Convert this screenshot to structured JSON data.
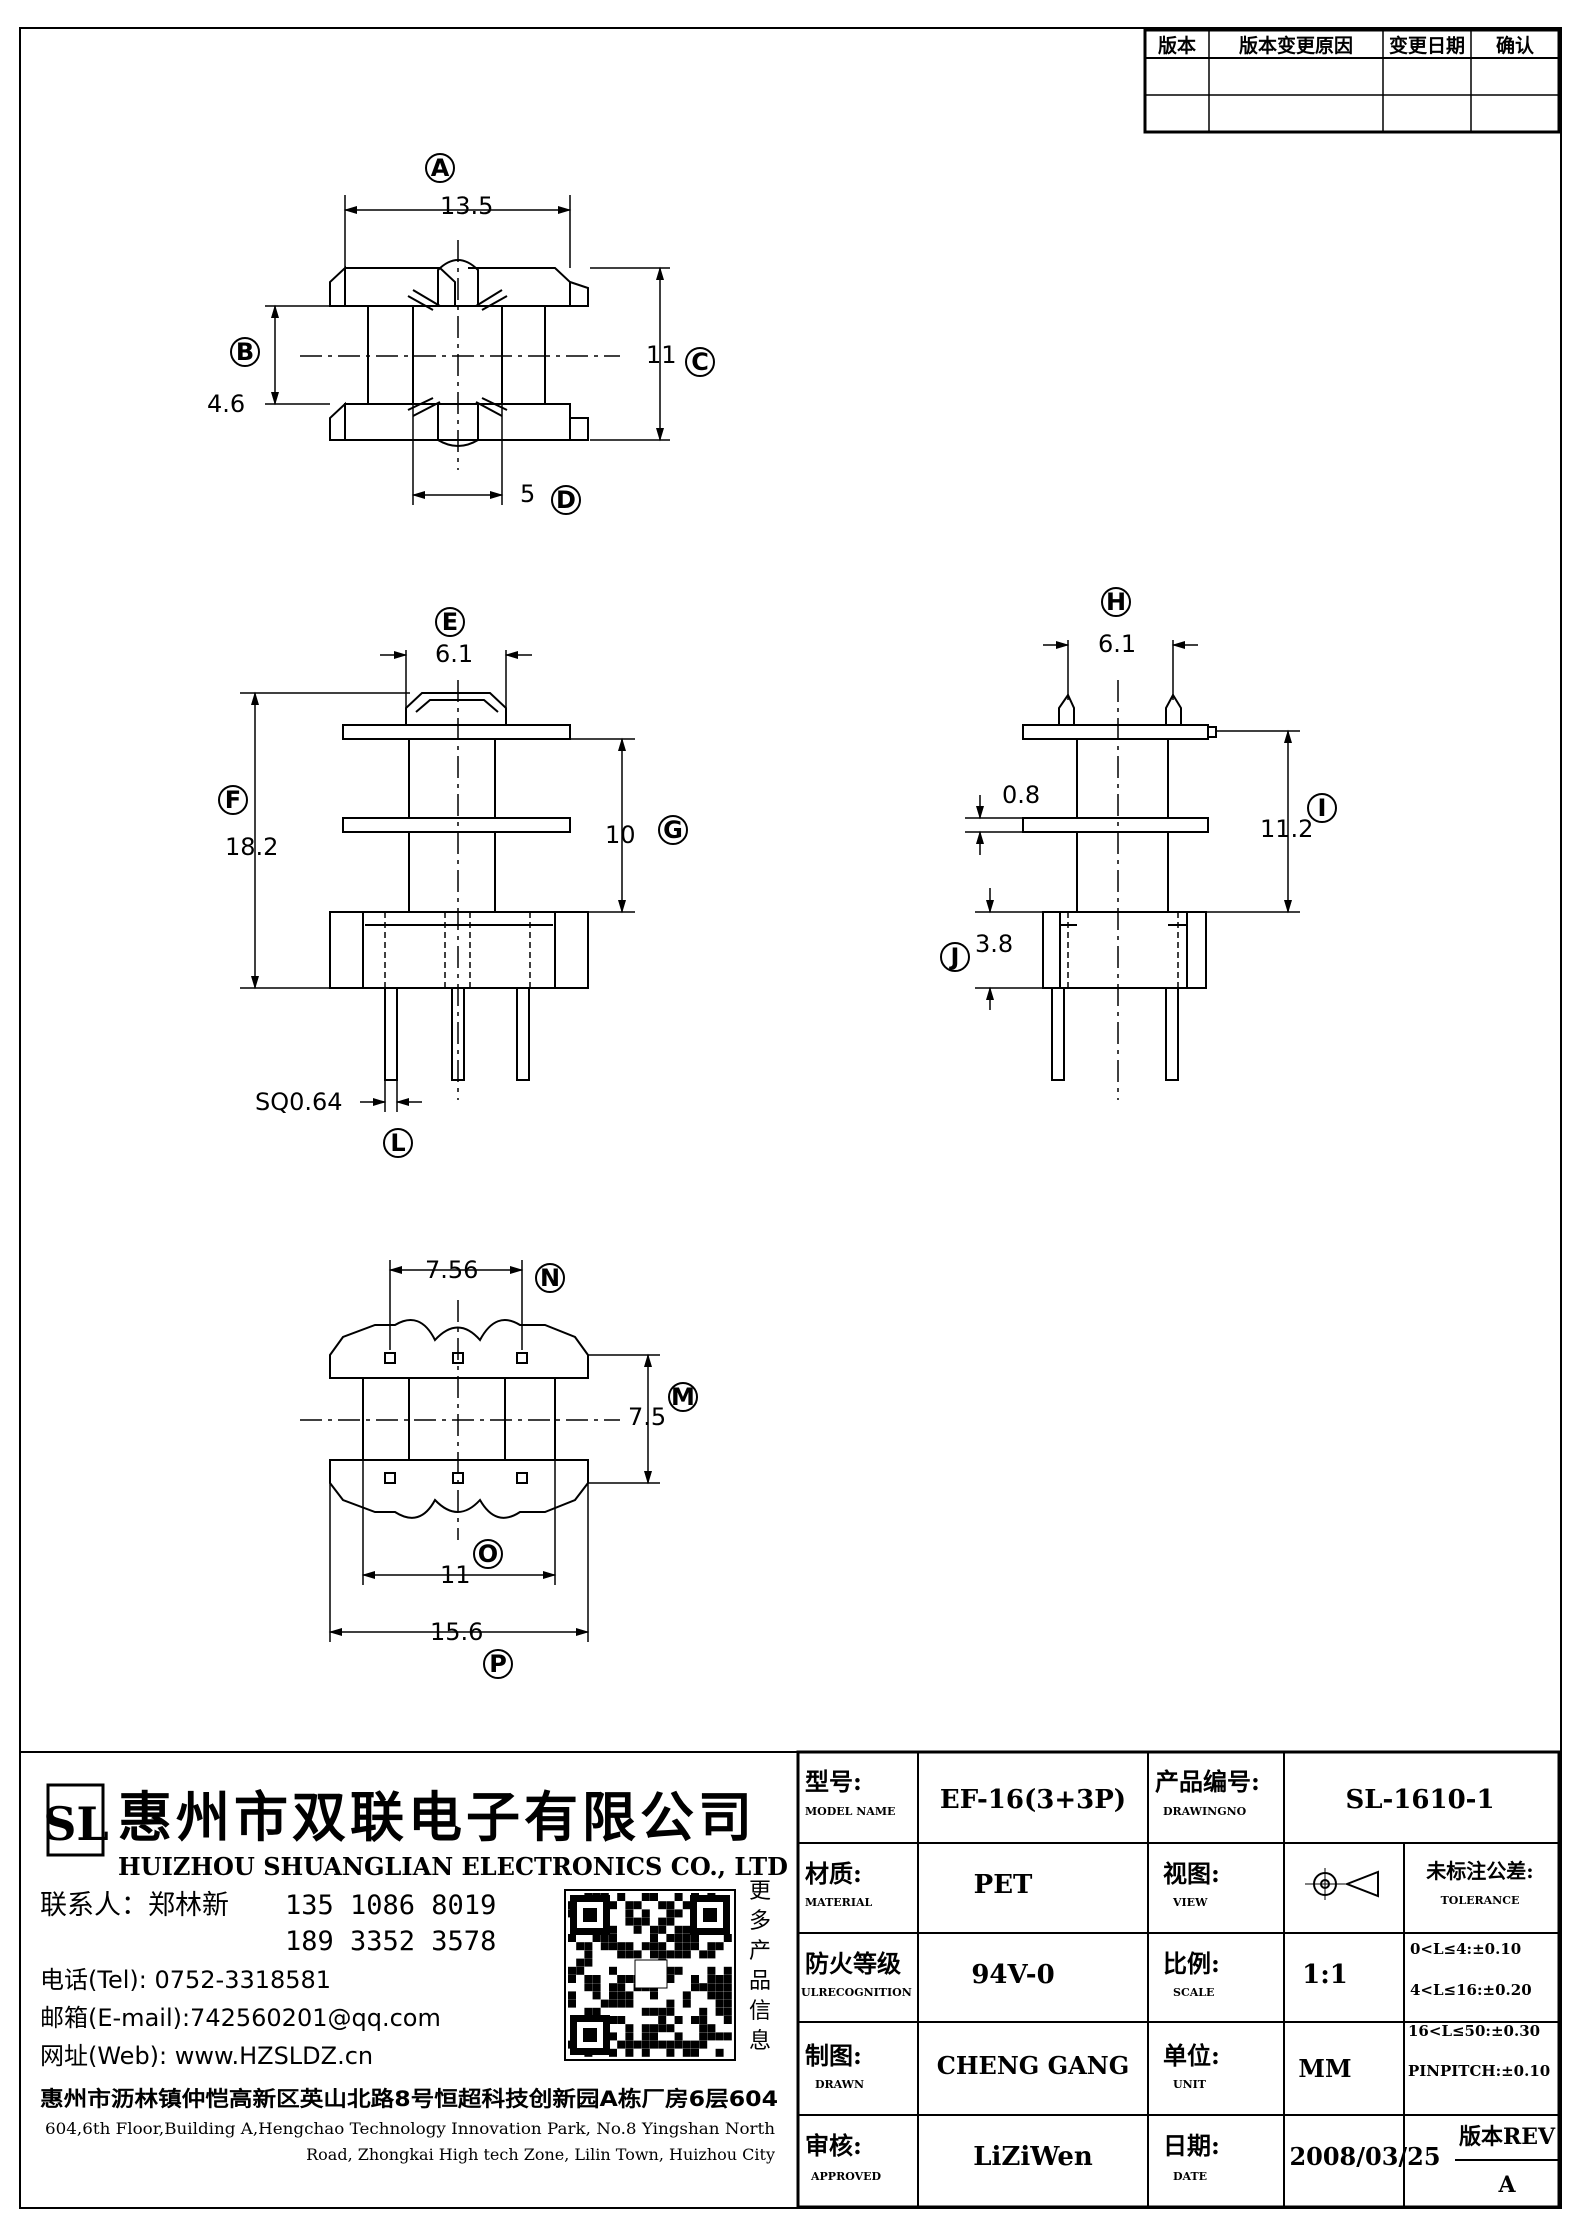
{
  "revision_table": {
    "headers": [
      "版本",
      "版本变更原因",
      "变更日期",
      "确认"
    ]
  },
  "dimensions": {
    "top": {
      "A": "13.5",
      "B": "4.6",
      "C": "11",
      "D": "5"
    },
    "front": {
      "E": "6.1",
      "F": "18.2",
      "G": "10",
      "L": "SQ0.64"
    },
    "side": {
      "H": "6.1",
      "I": "11.2",
      "J": "3.8",
      "gap": "0.8"
    },
    "bottom": {
      "N": "7.56",
      "M": "7.5",
      "O": "11",
      "P": "15.6"
    }
  },
  "callouts": [
    "A",
    "B",
    "C",
    "D",
    "E",
    "F",
    "G",
    "H",
    "I",
    "J",
    "L",
    "M",
    "N",
    "O",
    "P"
  ],
  "company": {
    "name_cn": "惠州市双联电子有限公司",
    "name_en": "HUIZHOU SHUANGLIAN ELECTRONICS CO., LTD",
    "contact_label": "联系人：郑林新",
    "phone1": "135 1086 8019",
    "phone2": "189 3352 3578",
    "tel": "电话(Tel): 0752-3318581",
    "email": "邮箱(E-mail):742560201@qq.com",
    "web": "网址(Web): www.HZSLDZ.cn",
    "address_cn": "惠州市沥林镇仲恺高新区英山北路8号恒超科技创新园A栋厂房6层604",
    "address_en_1": "604,6th Floor,Building A,Hengchao Technology Innovation Park, No.8 Yingshan North",
    "address_en_2": "Road, Zhongkai High tech Zone, Lilin Town, Huizhou City",
    "qr_side_text": [
      "更",
      "多",
      "产",
      "品",
      "信",
      "息"
    ],
    "logo_text": "SL"
  },
  "title_block": {
    "model_label": "型号:",
    "model_label_en": "MODEL NAME",
    "model": "EF-16(3+3P)",
    "drawing_label": "产品编号:",
    "drawing_label_en": "DRAWINGNO",
    "drawing_no": "SL-1610-1",
    "material_label": "材质:",
    "material_label_en": "MATERIAL",
    "material": "PET",
    "view_label": "视图:",
    "view_label_en": "VIEW",
    "tolerance_label": "未标注公差:",
    "tolerance_label_en": "TOLERANCE",
    "tolerances": [
      "0<L≤4:±0.10",
      "4<L≤16:±0.20",
      "16<L≤50:±0.30",
      "PINPITCH:±0.10"
    ],
    "fire_label": "防火等级",
    "fire_label_en": "ULRECOGNITION",
    "fire": "94V-0",
    "scale_label": "比例:",
    "scale_label_en": "SCALE",
    "scale": "1:1",
    "drawn_label": "制图:",
    "drawn_label_en": "DRAWN",
    "drawn": "CHENG GANG",
    "unit_label": "单位:",
    "unit_label_en": "UNIT",
    "unit": "MM",
    "approved_label": "审核:",
    "approved_label_en": "APPROVED",
    "approved": "LiZiWen",
    "date_label": "日期:",
    "date_label_en": "DATE",
    "date": "2008/03/25",
    "rev_label": "版本REV",
    "rev": "A"
  }
}
